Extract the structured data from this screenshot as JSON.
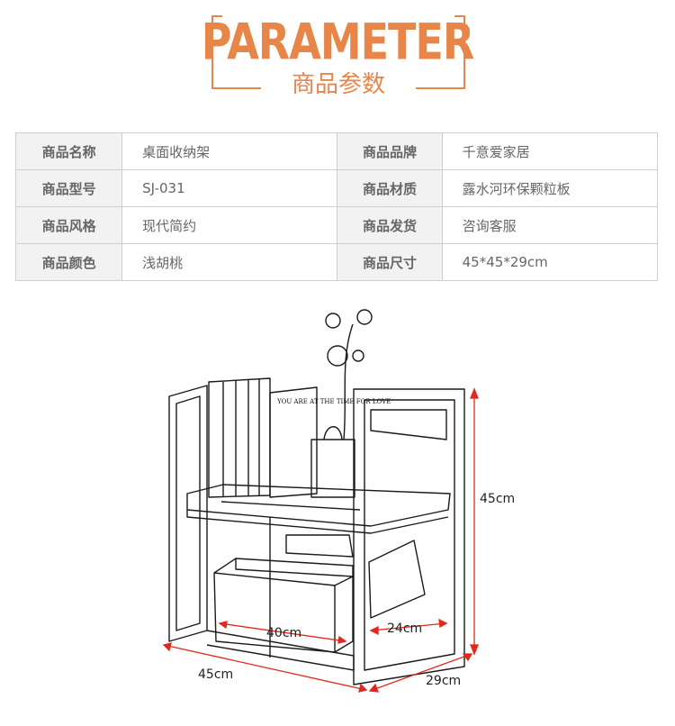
{
  "header": {
    "title_en": "PARAMETER",
    "title_zh": "商品参数"
  },
  "params": [
    {
      "label_left": "商品名称",
      "value_left": "桌面收纳架",
      "label_right": "商品品牌",
      "value_right": "千意爱家居"
    },
    {
      "label_left": "商品型号",
      "value_left": "SJ-031",
      "label_right": "商品材质",
      "value_right": "露水河环保颗粒板"
    },
    {
      "label_left": "商品风格",
      "value_left": "现代简约",
      "label_right": "商品发货",
      "value_right": "咨询客服"
    },
    {
      "label_left": "商品颜色",
      "value_left": "浅胡桃",
      "label_right": "商品尺寸",
      "value_right": "45*45*29cm"
    }
  ],
  "dimensions": {
    "height": "45cm",
    "inner_width": "40cm",
    "inner_depth": "24cm",
    "outer_width": "45cm",
    "outer_depth": "29cm"
  },
  "book_text": "YOU ARE AT THE TIME FOR LOVE",
  "colors": {
    "accent": "#e8864a",
    "dimension_line": "#e0281e"
  }
}
